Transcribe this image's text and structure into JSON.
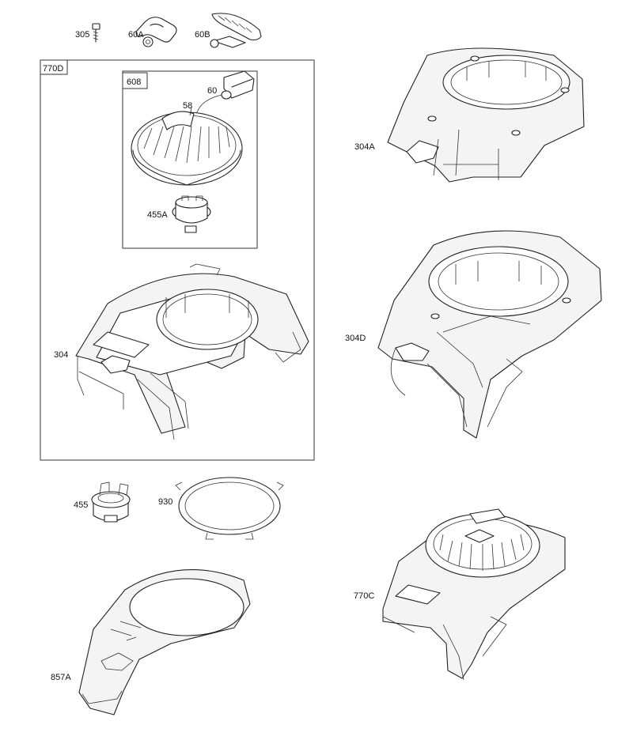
{
  "groups": {
    "kit_770D": "770D",
    "kit_608": "608"
  },
  "parts": [
    {
      "id": "p305",
      "label": "305"
    },
    {
      "id": "p60A",
      "label": "60A"
    },
    {
      "id": "p60B",
      "label": "60B"
    },
    {
      "id": "p60",
      "label": "60"
    },
    {
      "id": "p58",
      "label": "58"
    },
    {
      "id": "p455A",
      "label": "455A"
    },
    {
      "id": "p304",
      "label": "304"
    },
    {
      "id": "p304A",
      "label": "304A"
    },
    {
      "id": "p304D",
      "label": "304D"
    },
    {
      "id": "p455",
      "label": "455"
    },
    {
      "id": "p930",
      "label": "930"
    },
    {
      "id": "p857A",
      "label": "857A"
    },
    {
      "id": "p770C",
      "label": "770C"
    }
  ]
}
